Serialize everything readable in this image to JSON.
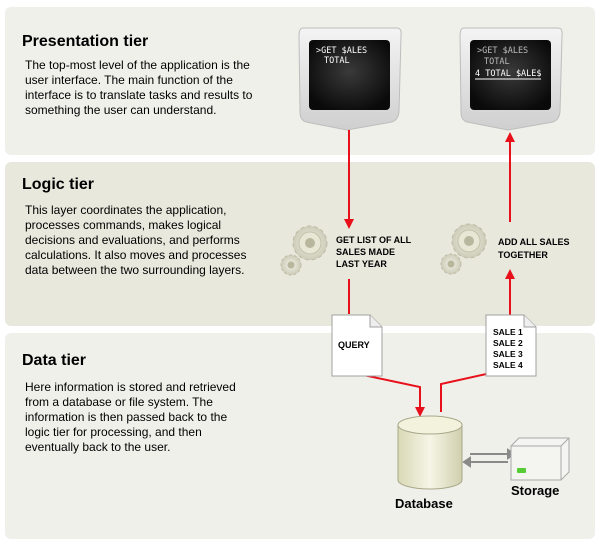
{
  "presentation": {
    "title": "Presentation tier",
    "text": "The top-most level of the application is the user interface. The main function of the interface is to translate tasks and results to something the user can understand."
  },
  "logic": {
    "title": "Logic tier",
    "text": "This layer coordinates the application, processes commands, makes logical decisions and evaluations, and performs calculations.  It also moves and processes data between the two surrounding layers."
  },
  "data": {
    "title": "Data tier",
    "text": "Here information is stored and retrieved from a database or file system.  The information is then passed back to the logic tier for processing, and then eventually back to the user."
  },
  "monitor_left": {
    "line1": ">GET $ALES",
    "line2": "TOTAL"
  },
  "monitor_right": {
    "line1": ">GET $ALES",
    "line2": "TOTAL",
    "line3": "4 TOTAL $ALE$"
  },
  "gear_left": {
    "line1": "GET LIST OF ALL",
    "line2": "SALES MADE",
    "line3": "LAST YEAR"
  },
  "gear_right": {
    "line1": "ADD ALL SALES",
    "line2": "TOGETHER"
  },
  "doc_query": {
    "label": "QUERY"
  },
  "doc_sales": {
    "line1": "SALE 1",
    "line2": "SALE 2",
    "line3": "SALE 3",
    "line4": "SALE 4"
  },
  "database": {
    "label": "Database"
  },
  "storage": {
    "label": "Storage"
  },
  "colors": {
    "arrow": "#e8101a",
    "tier_light": "#f0f0ea",
    "tier_logic": "#e9e8dd",
    "screen": "#141414",
    "storage_led": "#55cc33"
  }
}
